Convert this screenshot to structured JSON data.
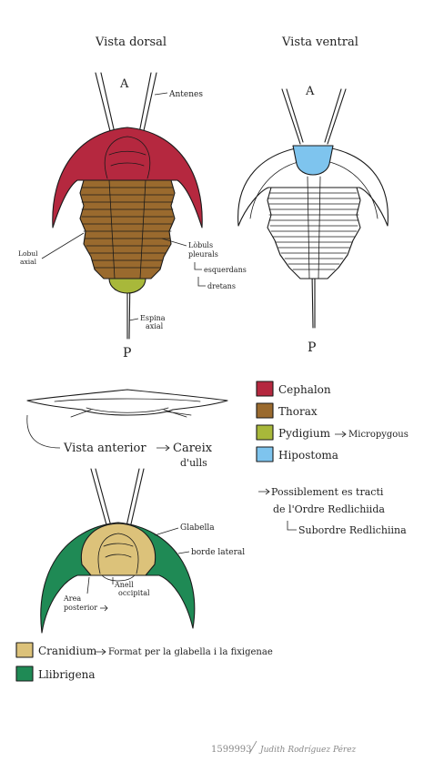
{
  "headings": {
    "dorsal": "Vista dorsal",
    "ventral": "Vista ventral"
  },
  "orientation": {
    "dorsal_top": "A",
    "dorsal_bottom": "P",
    "ventral_top": "A",
    "ventral_bottom": "P"
  },
  "dorsal_labels": {
    "antenes": "Antenes",
    "lobal_axial_1": "Lobul",
    "lobal_axial_2": "axial",
    "lobuls_1": "Lòbuls",
    "lobuls_2": "pleurals",
    "esquerdans": "esquerdans",
    "dretans": "dretans",
    "espina_1": "Espina",
    "espina_2": "axial"
  },
  "anterior_view": {
    "label": "Vista anterior",
    "result": "Careix",
    "result_2": "d'ulls"
  },
  "legend": [
    {
      "name": "Cephalon",
      "color": "#b5283f"
    },
    {
      "name": "Thorax",
      "color": "#9a6a2e"
    },
    {
      "name": "Pydigium",
      "color": "#a8b83a",
      "note": "Micropygous"
    },
    {
      "name": "Hipostoma",
      "color": "#7ec4ee"
    }
  ],
  "classification": {
    "line1": "Possiblement es tracti",
    "line2": "de l'Ordre Redlichiida",
    "line3": "Subordre Redlichiina"
  },
  "cranidium_labels": {
    "glabella": "Glabella",
    "borde": "borde lateral",
    "anell_1": "Anell",
    "anell_2": "occipital",
    "area_1": "Area",
    "area_2": "posterior"
  },
  "legend2": [
    {
      "name": "Cranidium",
      "color": "#dcc27a",
      "note": "Format per la glabella i la fixigenae"
    },
    {
      "name": "Llibrigena",
      "color": "#1f8a55"
    }
  ],
  "signature": {
    "id": "1599993",
    "name": "Judith Rodríguez Pérez"
  },
  "colors": {
    "cephalon": "#b5283f",
    "thorax": "#9a6a2e",
    "pygidium": "#a8b83a",
    "hypostome": "#7ec4ee",
    "cranidium": "#dcc27a",
    "librigena": "#1f8a55"
  }
}
